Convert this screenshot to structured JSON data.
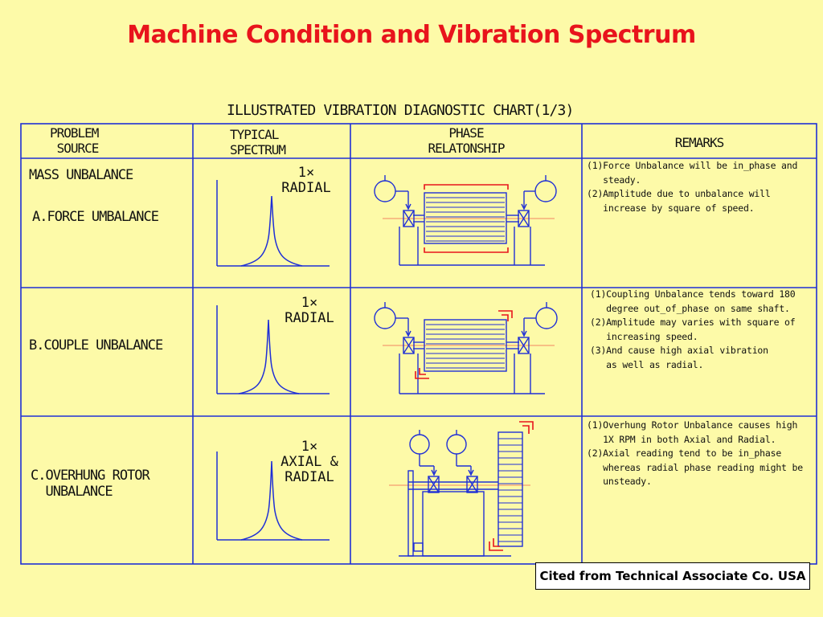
{
  "title": "Machine Condition and Vibration Spectrum",
  "chart_title": "ILLUSTRATED VIBRATION DIAGNOSTIC CHART(1/3)",
  "headers": {
    "problem": "PROBLEM\n SOURCE",
    "spectrum": "TYPICAL\nSPECTRUM",
    "phase": "PHASE\nRELATONSHIP",
    "remarks": "REMARKS"
  },
  "rows": [
    {
      "source_heading": "MASS UNBALANCE",
      "source": "A.FORCE UMBALANCE",
      "spectrum_label": "1×\nRADIAL",
      "remarks": "(1)Force Unbalance will be in_phase and\n   steady.\n(2)Amplitude due to unbalance will\n   increase by square of speed."
    },
    {
      "source": "B.COUPLE UNBALANCE",
      "spectrum_label": "1×\nRADIAL",
      "remarks": "(1)Coupling Unbalance tends toward 180\n   degree out_of_phase on same shaft.\n(2)Amplitude may varies with square of\n   increasing speed.\n(3)And cause high axial vibration\n   as well as radial."
    },
    {
      "source": "C.OVERHUNG ROTOR\n  UNBALANCE",
      "spectrum_label": "1×\nAXIAL &\nRADIAL",
      "remarks": "(1)Overhung Rotor Unbalance causes high\n   1X RPM in both Axial and Radial.\n(2)Axial reading tend to be in_phase\n   whereas radial phase reading might be\n   unsteady."
    }
  ],
  "citation": "Cited from Technical Associate Co. USA",
  "colors": {
    "title": "#e8141c",
    "grid": "#1f2fd6",
    "background": "#fdfaa8",
    "accent": "#e8141c"
  }
}
